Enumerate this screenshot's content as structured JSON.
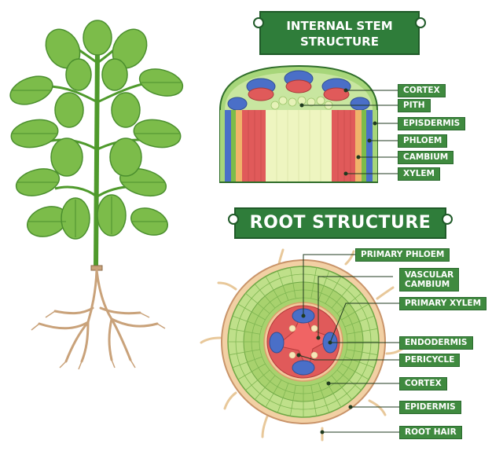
{
  "stem_title": [
    "INTERNAL STEM",
    "STRUCTURE"
  ],
  "root_title": "ROOT STRUCTURE",
  "stem_labels": [
    "CORTEX",
    "PITH",
    "EPISDERMIS",
    "PHLOEM",
    "CAMBIUM",
    "XYLEM"
  ],
  "root_labels": [
    "PRIMARY PHLOEM",
    "VASCULAR",
    "CAMBIUM",
    "PRIMARY XYLEM",
    "ENDODERMIS",
    "PERICYCLE",
    "CORTEX",
    "EPIDERMIS",
    "ROOT HAIR"
  ],
  "colors": {
    "banner_green": "#2f7d3a",
    "label_green": "#3f8a3f",
    "leaf": "#7cbc4a",
    "leaf_dark": "#4b8f2e",
    "root_tan": "#c9a27a",
    "xylem_red": "#e05a5a",
    "phloem_blue": "#4a6fc8"
  }
}
